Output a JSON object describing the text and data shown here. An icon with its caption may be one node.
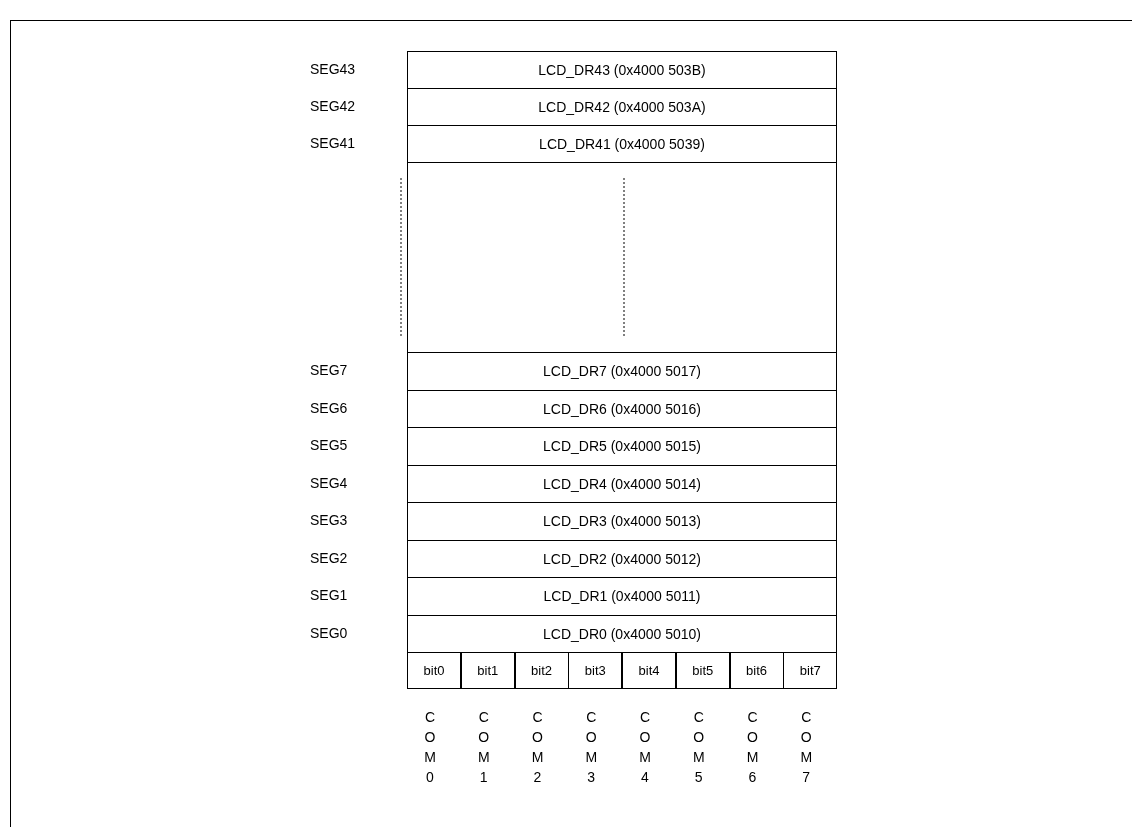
{
  "diagram": {
    "nodes": [
      {
        "text": [
          "LCD_DR43 (0x4000 503B)"
        ]
      },
      {
        "text": [
          "LCD_DR42 (0x4000 503A)"
        ]
      },
      {
        "text": [
          "LCD_DR41 (0x4000 5039)"
        ]
      },
      {
        "text": [],
        "shape": "box"
      },
      {
        "text": [
          "LCD_DR7 (0x4000 5017)"
        ]
      },
      {
        "text": [
          "LCD_DR6 (0x4000 5016)"
        ]
      },
      {
        "text": [
          "LCD_DR5 (0x4000 5015)"
        ]
      },
      {
        "text": [
          "LCD_DR4 (0x4000 5014)"
        ]
      },
      {
        "text": [
          "LCD_DR3 (0x4000 5013)"
        ]
      },
      {
        "text": [
          "LCD_DR2 (0x4000 5012)"
        ]
      },
      {
        "text": [
          "LCD_DR1 (0x4000 5011)"
        ]
      },
      {
        "text": [
          "LCD_DR0 (0x4000 5010)"
        ]
      }
    ],
    "edges": [],
    "labels": [
      "SEG43",
      "SEG42",
      "SEG41",
      "SEG7",
      "SEG6",
      "SEG5",
      "SEG4",
      "SEG3",
      "SEG2",
      "SEG1",
      "SEG0",
      "bit0",
      "bit1",
      "bit2",
      "bit3",
      "bit4",
      "bit5",
      "bit6",
      "bit7",
      "COM0",
      "COM1",
      "COM2",
      "COM3",
      "COM4",
      "COM5",
      "COM6",
      "COM7"
    ]
  }
}
